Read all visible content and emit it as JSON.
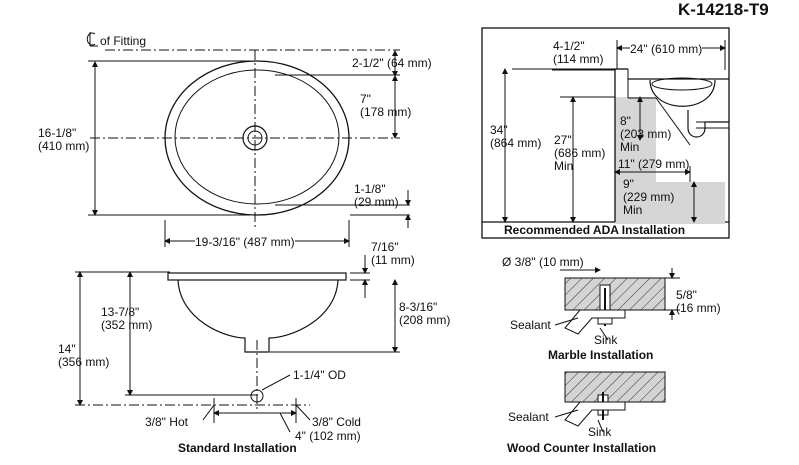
{
  "model": "K-14218-T9",
  "top_view": {
    "centerline_label": "of Fitting",
    "dim_fitting_offset": "2-1/2\" (64 mm)",
    "dim_drain_depth": "7\"\n(178 mm)",
    "dim_depth": "16-1/8\"\n(410 mm)",
    "dim_rim": "1-1/8\"\n(29 mm)",
    "dim_width": "19-3/16\" (487 mm)"
  },
  "side_view": {
    "dim_lip": "7/16\"\n(11 mm)",
    "dim_bowl_depth": "8-3/16\"\n(208 mm)",
    "dim_drain_height": "13-7/8\"\n(352 mm)",
    "dim_total_height": "14\"\n(356 mm)",
    "drain_od": "1-1/4\" OD",
    "hot": "3/8\" Hot",
    "cold": "3/8\" Cold",
    "spacing": "4\" (102 mm)",
    "caption": "Standard Installation"
  },
  "ada": {
    "dim_front_offset": "4-1/2\"\n(114 mm)",
    "dim_counter": "24\" (610 mm)",
    "dim_height": "34\"\n(864 mm)",
    "dim_knee": "27\"\n(686 mm)\nMin",
    "dim_8": "8\"\n(203 mm)\nMin",
    "dim_11": "11\" (279 mm)",
    "dim_9": "9\"\n(229 mm)\nMin",
    "caption": "Recommended ADA Installation"
  },
  "marble": {
    "dim_hole": "Ø 3/8\" (10 mm)",
    "dim_thickness": "5/8\"\n(16 mm)",
    "sealant": "Sealant",
    "sink": "Sink",
    "caption": "Marble Installation"
  },
  "wood": {
    "sealant": "Sealant",
    "sink": "Sink",
    "caption": "Wood Counter Installation"
  }
}
